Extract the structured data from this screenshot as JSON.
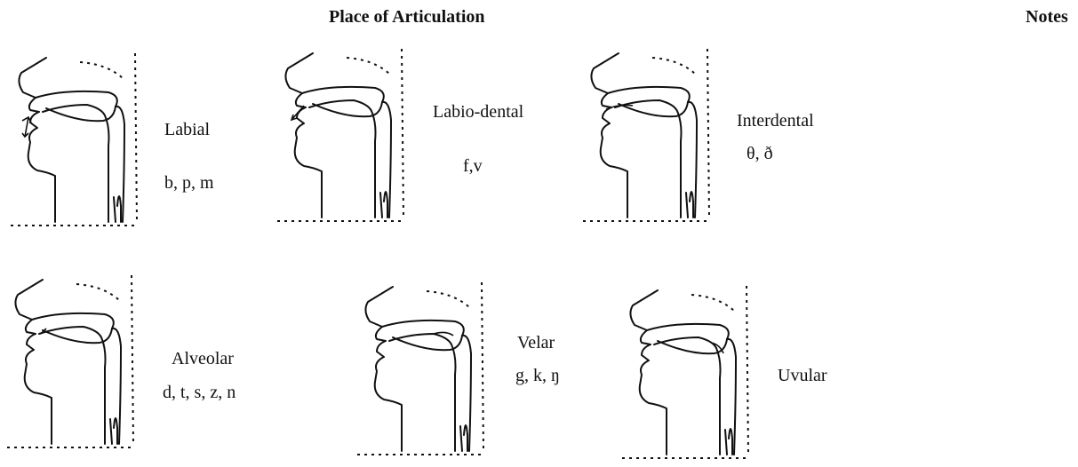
{
  "header": {
    "title": "Place of Articulation",
    "notes": "Notes"
  },
  "panels": [
    {
      "name": "Labial",
      "sounds": "b, p, m"
    },
    {
      "name": "Labio-dental",
      "sounds": "f,v"
    },
    {
      "name": "Interdental",
      "sounds": "θ, ð"
    },
    {
      "name": "Alveolar",
      "sounds": "d, t, s, z, n"
    },
    {
      "name": "Velar",
      "sounds": "g, k, ŋ"
    },
    {
      "name": "Uvular",
      "sounds": ""
    }
  ]
}
